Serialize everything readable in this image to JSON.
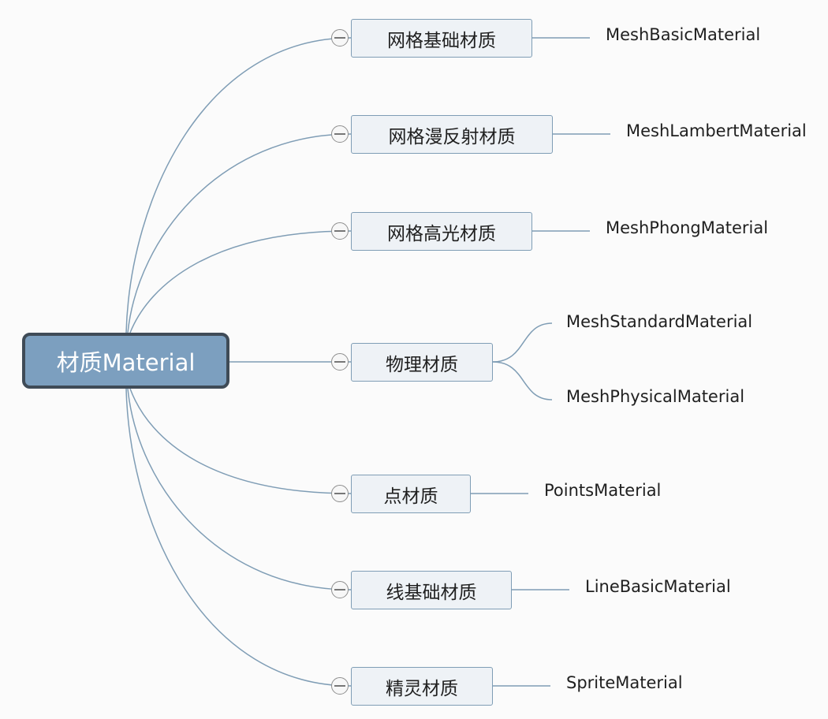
{
  "root": {
    "label": "材质Material"
  },
  "branches": [
    {
      "label": "网格基础材质",
      "children": [
        "MeshBasicMaterial"
      ]
    },
    {
      "label": "网格漫反射材质",
      "children": [
        "MeshLambertMaterial"
      ]
    },
    {
      "label": "网格高光材质",
      "children": [
        "MeshPhongMaterial"
      ]
    },
    {
      "label": "物理材质",
      "children": [
        "MeshStandardMaterial",
        "MeshPhysicalMaterial"
      ]
    },
    {
      "label": "点材质",
      "children": [
        "PointsMaterial"
      ]
    },
    {
      "label": "线基础材质",
      "children": [
        "LineBasicMaterial"
      ]
    },
    {
      "label": "精灵材质",
      "children": [
        "SpriteMaterial"
      ]
    }
  ],
  "colors": {
    "connector": "#7f9db5",
    "root_fill": "#7c9fbf",
    "root_border": "#3f4b57",
    "topic_fill": "#eef2f6"
  }
}
